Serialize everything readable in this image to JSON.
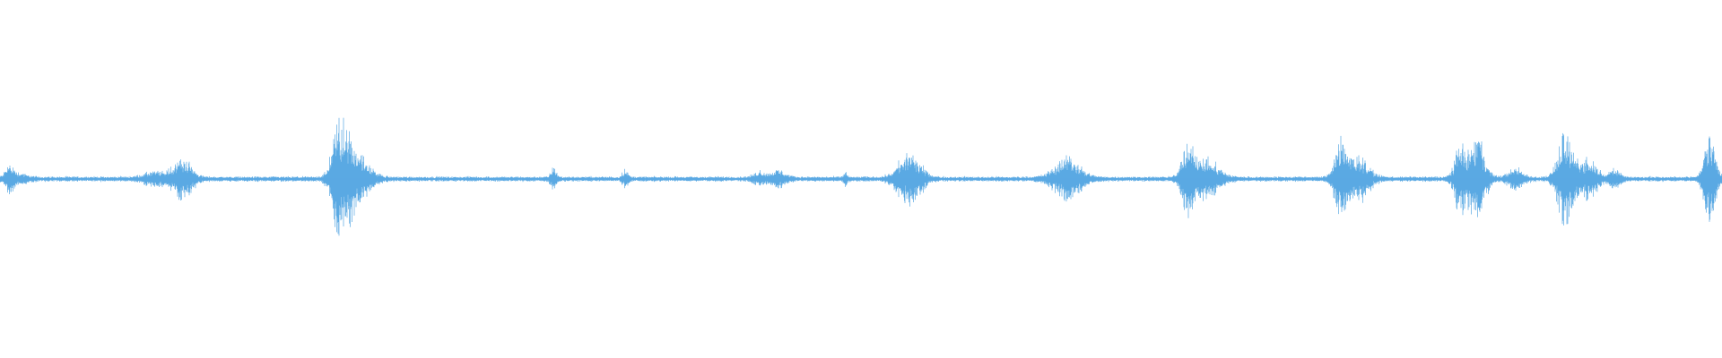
{
  "waveform": {
    "color": "#5aa9e3",
    "baseline_amplitude": 0.012,
    "noise_amplitude": 0.006,
    "bursts": [
      {
        "t": 0.0055,
        "w": 0.004,
        "a": 0.07
      },
      {
        "t": 0.01,
        "w": 0.01,
        "a": 0.03
      },
      {
        "t": 0.09,
        "w": 0.012,
        "a": 0.035
      },
      {
        "t": 0.106,
        "w": 0.01,
        "a": 0.12
      },
      {
        "t": 0.196,
        "w": 0.006,
        "a": 0.18
      },
      {
        "t": 0.2,
        "w": 0.01,
        "a": 0.25
      },
      {
        "t": 0.209,
        "w": 0.012,
        "a": 0.12
      },
      {
        "t": 0.3215,
        "w": 0.003,
        "a": 0.06
      },
      {
        "t": 0.363,
        "w": 0.003,
        "a": 0.05
      },
      {
        "t": 0.441,
        "w": 0.006,
        "a": 0.04
      },
      {
        "t": 0.452,
        "w": 0.008,
        "a": 0.045
      },
      {
        "t": 0.491,
        "w": 0.002,
        "a": 0.035
      },
      {
        "t": 0.528,
        "w": 0.012,
        "a": 0.16
      },
      {
        "t": 0.62,
        "w": 0.014,
        "a": 0.13
      },
      {
        "t": 0.69,
        "w": 0.006,
        "a": 0.22
      },
      {
        "t": 0.7,
        "w": 0.014,
        "a": 0.12
      },
      {
        "t": 0.778,
        "w": 0.006,
        "a": 0.2
      },
      {
        "t": 0.788,
        "w": 0.012,
        "a": 0.14
      },
      {
        "t": 0.848,
        "w": 0.006,
        "a": 0.2
      },
      {
        "t": 0.858,
        "w": 0.008,
        "a": 0.26
      },
      {
        "t": 0.88,
        "w": 0.008,
        "a": 0.06
      },
      {
        "t": 0.909,
        "w": 0.008,
        "a": 0.28
      },
      {
        "t": 0.922,
        "w": 0.01,
        "a": 0.12
      },
      {
        "t": 0.938,
        "w": 0.006,
        "a": 0.05
      },
      {
        "t": 0.993,
        "w": 0.006,
        "a": 0.28
      }
    ]
  }
}
